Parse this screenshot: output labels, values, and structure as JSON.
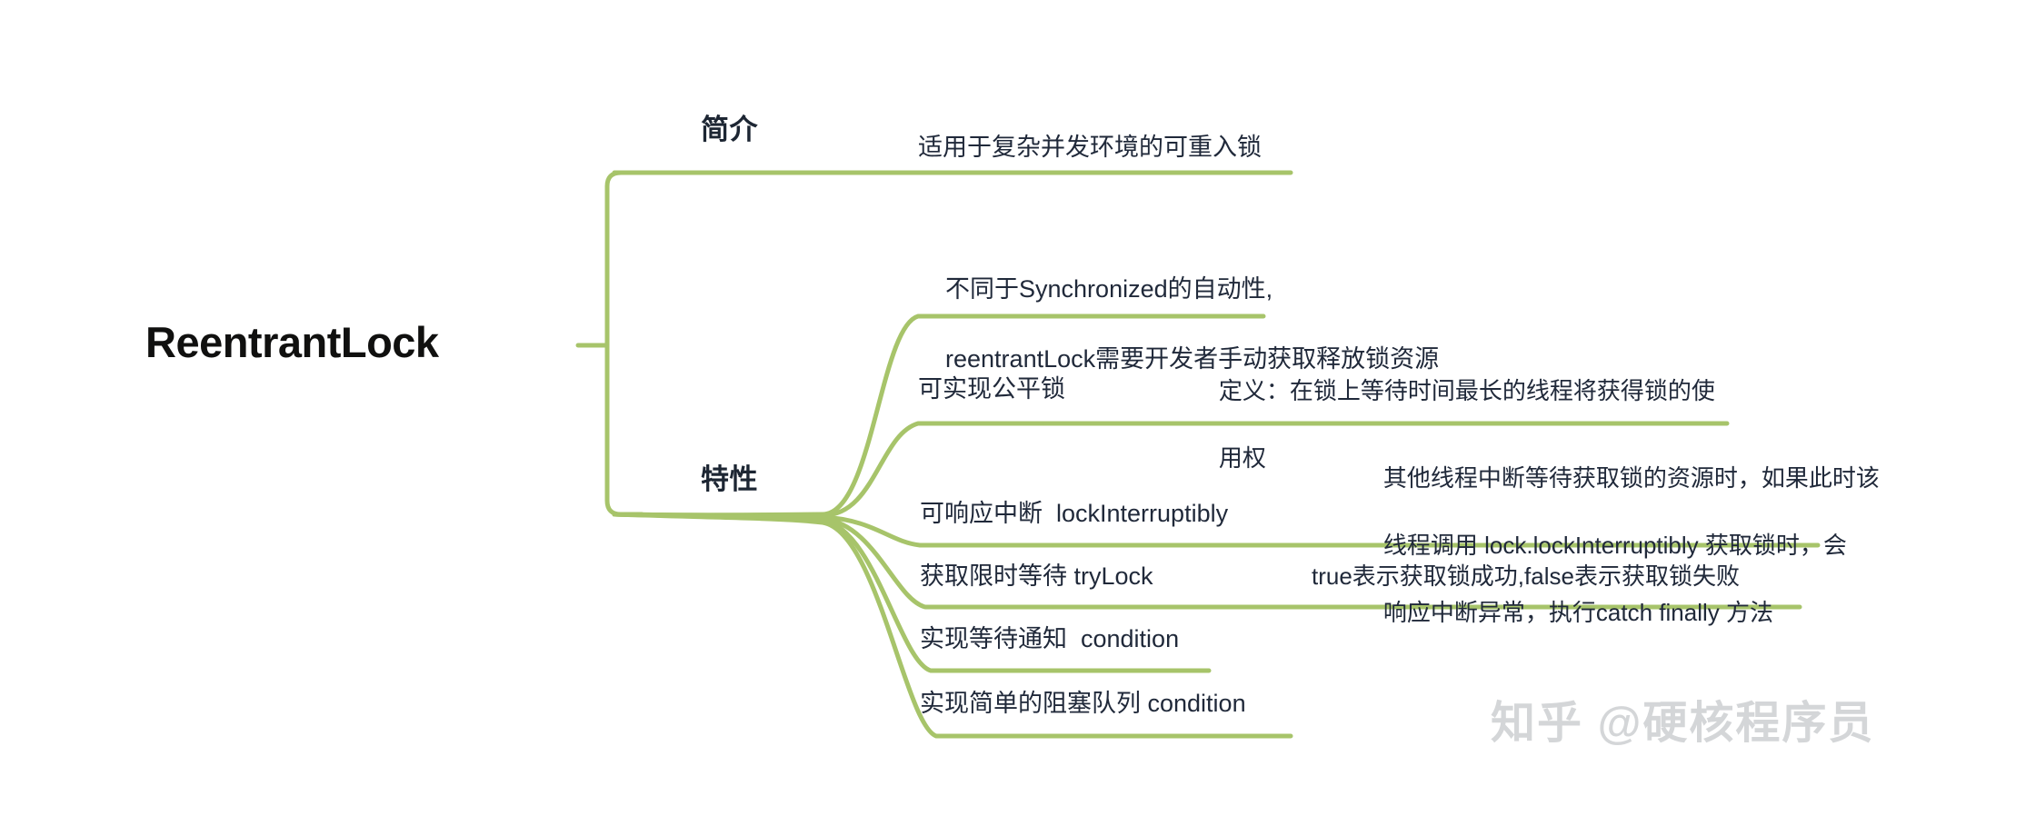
{
  "theme": {
    "background": "#ffffff",
    "edge_color": "#a7c46a",
    "text_color": "#20293a",
    "root_color": "#10100f",
    "watermark_color": "#d4d6d8"
  },
  "mindmap": {
    "root": {
      "label": "ReentrantLock"
    },
    "branches": [
      {
        "label": "简介",
        "children": [
          {
            "lines": [
              "适用于复杂并发环境的可重入锁"
            ],
            "children": []
          }
        ]
      },
      {
        "label": "特性",
        "children": [
          {
            "lines": [
              "不同于Synchronized的自动性,",
              "reentrantLock需要开发者手动获取释放锁资源"
            ],
            "children": []
          },
          {
            "lines": [
              "可实现公平锁"
            ],
            "children": [
              {
                "lines": [
                  "定义：在锁上等待时间最长的线程将获得锁的使",
                  "用权"
                ]
              }
            ]
          },
          {
            "lines": [
              "可响应中断  lockInterruptibly"
            ],
            "children": [
              {
                "lines": [
                  "其他线程中断等待获取锁的资源时，如果此时该",
                  "线程调用 lock.lockInterruptibly 获取锁时，会",
                  "响应中断异常，执行catch finally 方法"
                ]
              }
            ]
          },
          {
            "lines": [
              "获取限时等待 tryLock"
            ],
            "children": [
              {
                "lines": [
                  "true表示获取锁成功,false表示获取锁失败"
                ]
              }
            ]
          },
          {
            "lines": [
              "实现等待通知  condition"
            ],
            "children": []
          },
          {
            "lines": [
              "实现简单的阻塞队列 condition"
            ],
            "children": []
          }
        ]
      }
    ]
  },
  "watermark": {
    "text": "知乎 @硬核程序员"
  }
}
